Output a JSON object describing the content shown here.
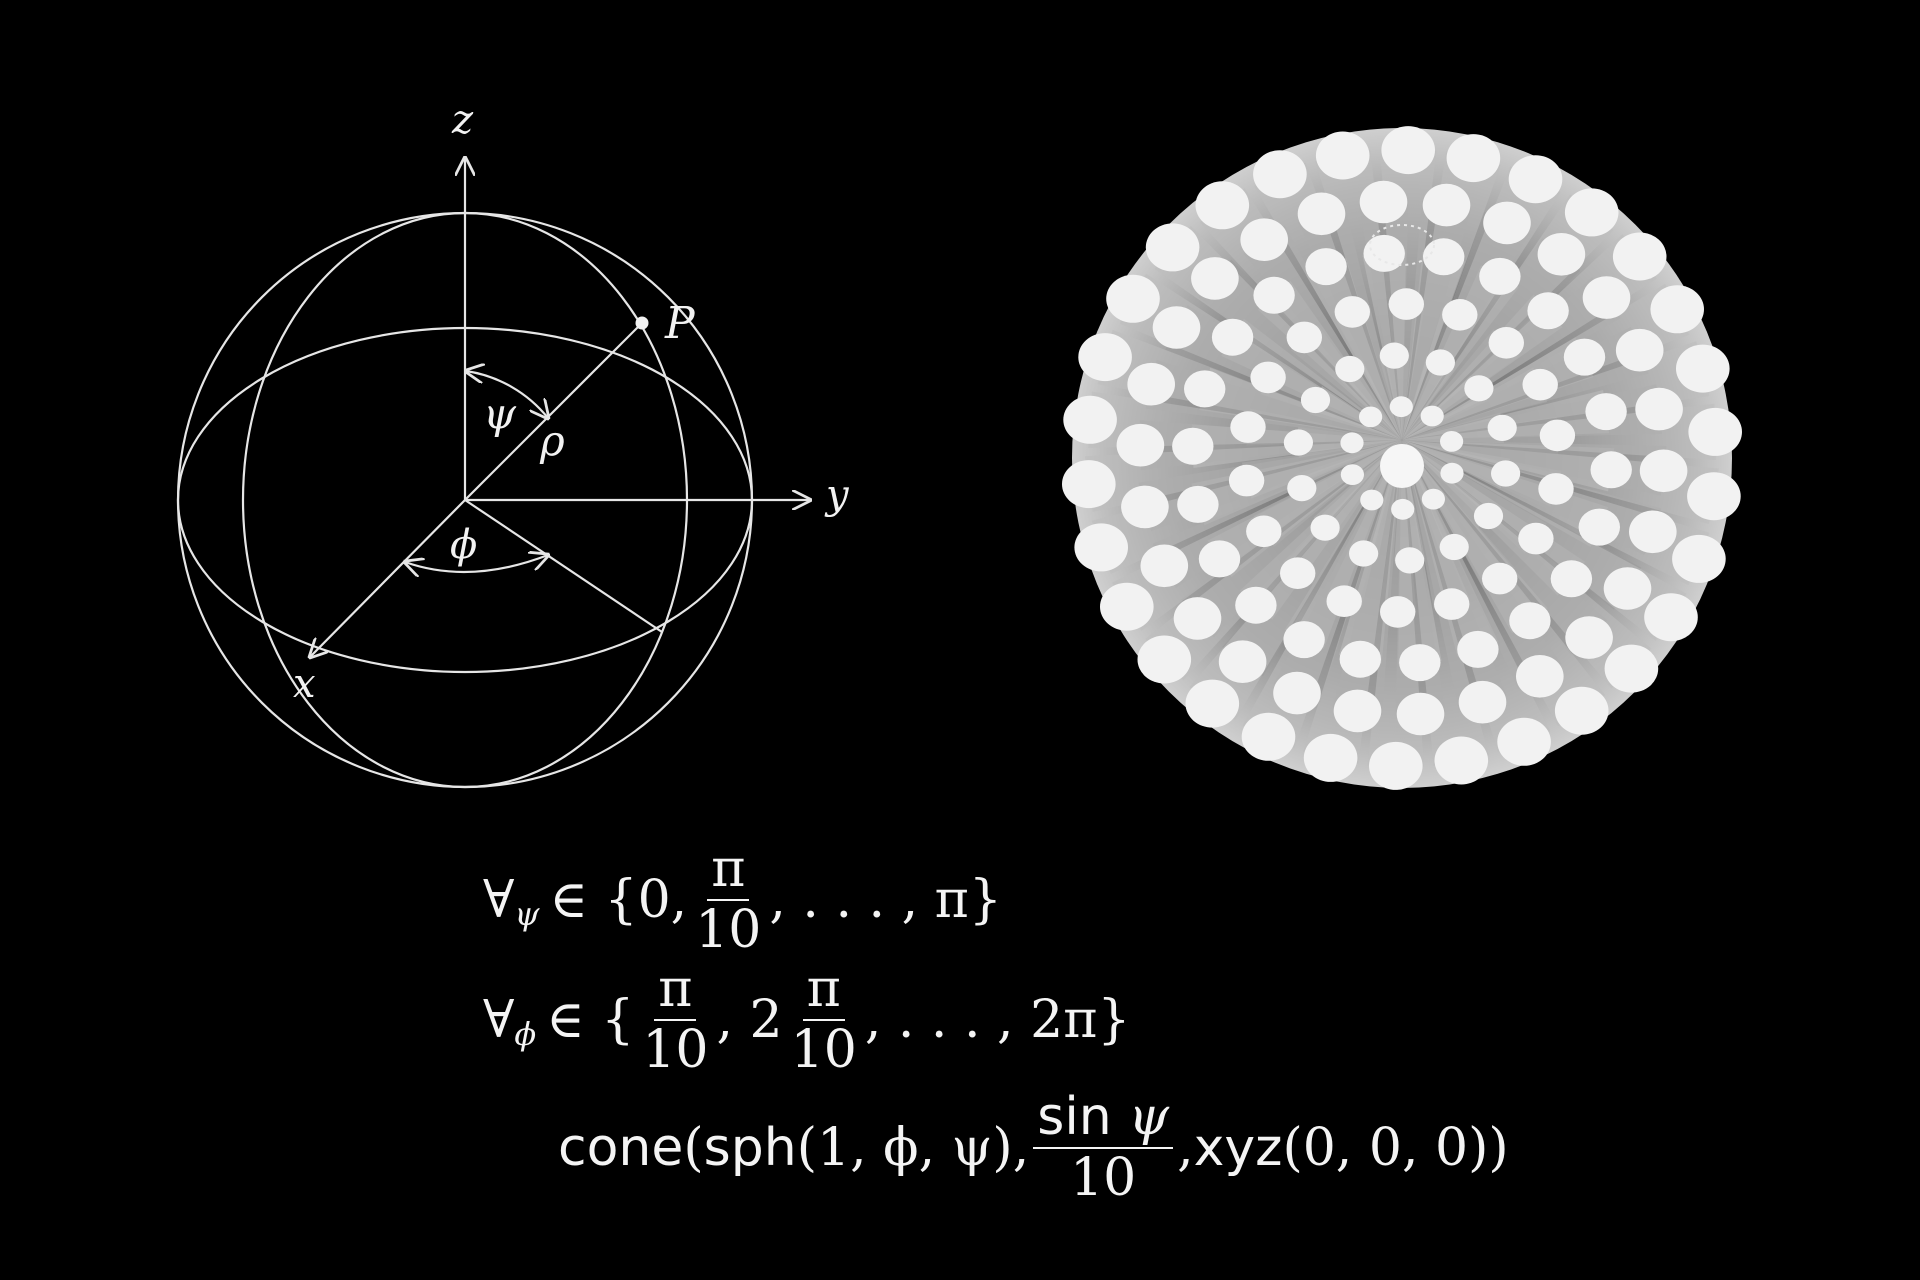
{
  "diagram": {
    "axis_labels": {
      "z": "z",
      "y": "y",
      "x": "x"
    },
    "point_label": "P",
    "angle_labels": {
      "psi": "ψ",
      "phi": "ϕ",
      "rho": "ρ"
    }
  },
  "formulas": {
    "line1": {
      "quant": "∀",
      "sub": "ψ",
      "prefix": "∈ {0,",
      "frac_num": "π",
      "frac_den": "10",
      "suffix": ", . . . , π}"
    },
    "line2": {
      "quant": "∀",
      "sub": "ϕ",
      "prefix": "∈ {",
      "frac1_num": "π",
      "frac1_den": "10",
      "mid": ", 2",
      "frac2_num": "π",
      "frac2_den": "10",
      "suffix": ", . . . , 2π}"
    },
    "line3": {
      "fn": "cone",
      "open": "(",
      "inner_fn": "sph",
      "args": "(1, ϕ, ψ),",
      "frac_num_fn": "sin",
      "frac_num_var": "ψ",
      "frac_den": "10",
      "comma": ",",
      "fn2": "xyz",
      "args2": "(0, 0, 0))"
    }
  },
  "colors": {
    "background": "#000000",
    "line": "#e6e6e6",
    "cone_light": "#f2f2f2",
    "cone_dark": "#2a2a2a"
  }
}
